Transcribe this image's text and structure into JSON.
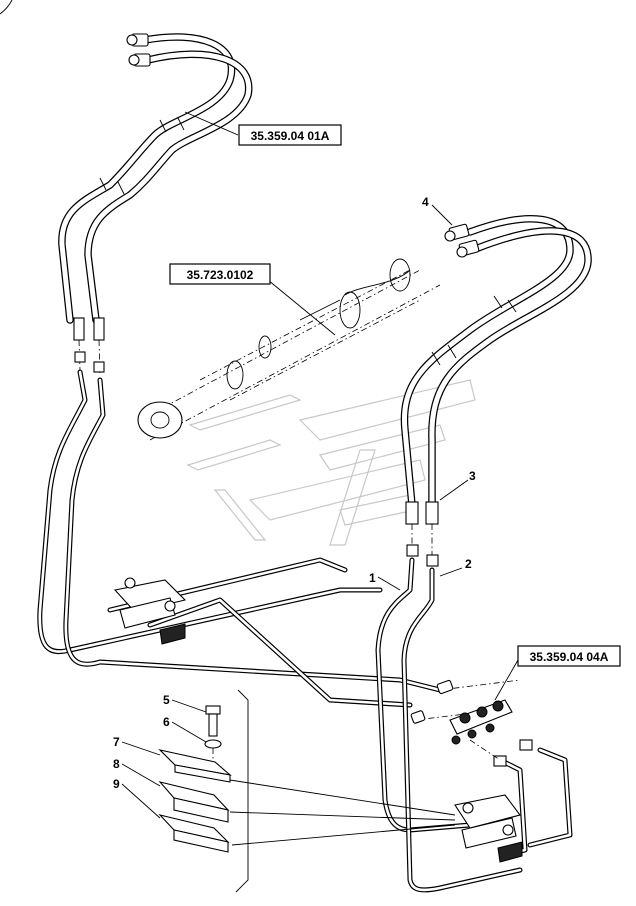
{
  "references": {
    "hose_upper": "35.359.04 01A",
    "cylinder": "35.723.0102",
    "bracket_block": "35.359.04 04A"
  },
  "callouts": [
    "1",
    "2",
    "3",
    "4",
    "5",
    "6",
    "7",
    "8",
    "9"
  ]
}
